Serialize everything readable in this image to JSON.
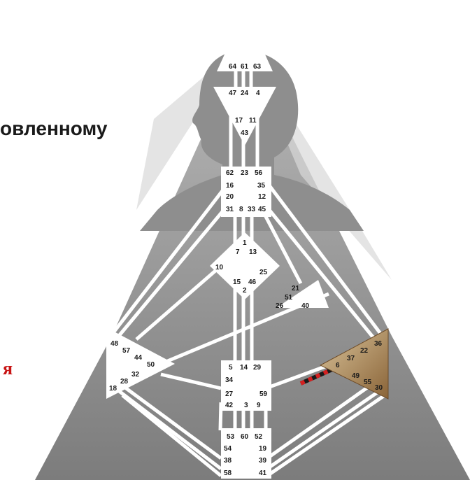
{
  "heading": "овленному",
  "side_mark": "я",
  "colors": {
    "background": "#ffffff",
    "figure_gray": "#8e8e8e",
    "center_white": "#ffffff",
    "defined_center": "#b08a5a",
    "activation_red": "#d42020",
    "heading_text": "#1a1a1a",
    "side_mark_text": "#c81414"
  },
  "centers": {
    "head": {
      "name": "head-center",
      "gates": [
        "64",
        "61",
        "63"
      ]
    },
    "ajna": {
      "name": "ajna-center",
      "gates": [
        "47",
        "24",
        "4",
        "17",
        "11",
        "43"
      ]
    },
    "throat": {
      "name": "throat-center",
      "gates": [
        "62",
        "23",
        "56",
        "16",
        "35",
        "20",
        "12",
        "31",
        "8",
        "33",
        "45"
      ]
    },
    "g": {
      "name": "g-center",
      "gates": [
        "1",
        "7",
        "13",
        "10",
        "25",
        "15",
        "46",
        "2"
      ]
    },
    "heart": {
      "name": "heart-center",
      "gates": [
        "21",
        "51",
        "26",
        "40"
      ]
    },
    "spleen": {
      "name": "spleen-center",
      "gates": [
        "48",
        "57",
        "44",
        "50",
        "32",
        "28",
        "18"
      ]
    },
    "sacral": {
      "name": "sacral-center",
      "gates": [
        "5",
        "14",
        "29",
        "34",
        "27",
        "59",
        "42",
        "3",
        "9"
      ]
    },
    "solar_plexus": {
      "name": "solar-plexus-center",
      "defined": true,
      "gates": [
        "36",
        "22",
        "37",
        "6",
        "49",
        "55",
        "30"
      ]
    },
    "root": {
      "name": "root-center",
      "gates": [
        "53",
        "60",
        "52",
        "54",
        "19",
        "38",
        "39",
        "58",
        "41"
      ]
    }
  }
}
